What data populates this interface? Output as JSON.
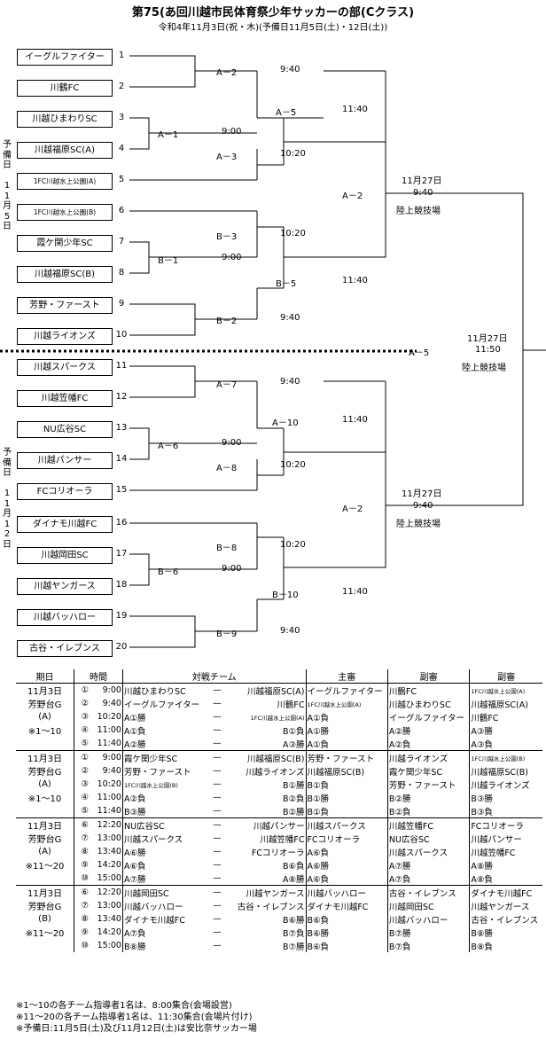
{
  "title": "第75(あ回川越市民体育祭少年サッカーの部(Cクラス)",
  "subtitle": "令和4年11月3日(祝・木)(予備日11月5日(土)・12日(土))",
  "teams": [
    "イーグルファイター",
    "川鶴FC",
    "川越ひまわりSC",
    "川越福原SC(A)",
    "1FC川越水上公園(A)",
    "1FC川越水上公園(B)",
    "霞ケ関少年SC",
    "川越福原SC(B)",
    "芳野・ファースト",
    "川越ライオンズ",
    "川越スパークス",
    "川越笠幡FC",
    "NU広谷SC",
    "川越パンサー",
    "FCコリオーラ",
    "ダイナモ川越FC",
    "川越岡田SC",
    "川越ヤンガース",
    "川越バッハロー",
    "古谷・イレブンス"
  ],
  "numbers": [
    "1",
    "2",
    "3",
    "4",
    "5",
    "6",
    "7",
    "8",
    "9",
    "10",
    "11",
    "12",
    "13",
    "14",
    "15",
    "16",
    "17",
    "18",
    "19",
    "20"
  ],
  "side_top": [
    "予",
    "備",
    "日",
    "",
    "1",
    "1",
    "月",
    "5",
    "日"
  ],
  "side_bottom": [
    "予",
    "備",
    "日",
    "",
    "1",
    "1",
    "月",
    "1",
    "2",
    "日"
  ],
  "matches": {
    "a2_top": "A－2",
    "a2_top_time": "9:40",
    "a1_top": "A－1",
    "a1_top_time": "9:00",
    "a3_top": "A－3",
    "a3_top_time": "10:20",
    "a5_top": "A－5",
    "a5_top_time": "11:40",
    "b3_top": "B－3",
    "b3_top_time": "10:20",
    "b1_top": "B－1",
    "b1_top_time": "9:00",
    "b5_top": "B－5",
    "b5_top_time": "11:40",
    "b2_top": "B－2",
    "b2_top_time": "9:40",
    "semi_top": "A－2",
    "semi_top_date": "11月27日",
    "semi_top_time": "9:40",
    "semi_top_venue": "陸上競技場",
    "final": "A－5",
    "final_date": "11月27日",
    "final_time": "11:50",
    "final_venue": "陸上競技場",
    "a7_bot": "A－7",
    "a7_bot_time": "9:40",
    "a10_bot": "A－10",
    "a10_bot_time": "11:40",
    "a6_bot": "A－6",
    "a6_bot_time": "9:00",
    "a8_bot": "A－8",
    "a8_bot_time": "10:20",
    "semi_bot": "A－2",
    "semi_bot_date": "11月27日",
    "semi_bot_time": "9:40",
    "semi_bot_venue": "陸上競技場",
    "b8_bot": "B－8",
    "b8_bot_time": "10:20",
    "b6_bot": "B－6",
    "b6_bot_time": "9:00",
    "b10_bot": "B－10",
    "b10_bot_time": "11:40",
    "b9_bot": "B－9",
    "b9_bot_time": "9:40"
  },
  "table": {
    "headers": [
      "期日",
      "時間",
      "対戦チーム",
      "主審",
      "副審",
      "副審"
    ],
    "groups": [
      {
        "day": [
          "11月3日",
          "芳野台G",
          "(A)",
          "※1～10"
        ],
        "rows": [
          [
            "①",
            "9:00",
            "川越ひまわりSC",
            "—",
            "川越福原SC(A)",
            "イーグルファイター",
            "川鶴FC",
            "1FC川越水上公園(A)"
          ],
          [
            "②",
            "9:40",
            "イーグルファイター",
            "—",
            "川鶴FC",
            "1FC川越水上公園(A)",
            "川越ひまわりSC",
            "川越福原SC(A)"
          ],
          [
            "③",
            "10:20",
            "A①勝",
            "—",
            "1FC川越水上公園(A)",
            "A①負",
            "イーグルファイター",
            "川鶴FC"
          ],
          [
            "④",
            "11:00",
            "A①負",
            "—",
            "B①負",
            "A①勝",
            "A②勝",
            "A③勝"
          ],
          [
            "⑤",
            "11:40",
            "A②勝",
            "—",
            "A③勝",
            "A①負",
            "A②負",
            "A③負"
          ]
        ]
      },
      {
        "day": [
          "11月3日",
          "芳野台G",
          "(A)",
          "※1～10"
        ],
        "rows": [
          [
            "①",
            "9:00",
            "霞ケ関少年SC",
            "—",
            "川越福原SC(B)",
            "芳野・ファースト",
            "川越ライオンズ",
            "1FC川越水上公園(B)"
          ],
          [
            "②",
            "9:40",
            "芳野・ファースト",
            "—",
            "川越ライオンズ",
            "川越福原SC(B)",
            "霞ケ関少年SC",
            "川越福原SC(B)"
          ],
          [
            "③",
            "10:20",
            "1FC川越水上公園(B)",
            "—",
            "B①勝",
            "B①負",
            "芳野・ファースト",
            "川越ライオンズ"
          ],
          [
            "④",
            "11:00",
            "A②負",
            "—",
            "B②負",
            "B①勝",
            "B②勝",
            "B③勝"
          ],
          [
            "⑤",
            "11:40",
            "B③勝",
            "—",
            "B②勝",
            "B①負",
            "B②負",
            "B③負"
          ]
        ]
      },
      {
        "day": [
          "11月3日",
          "芳野台G",
          "(A)",
          "※11～20"
        ],
        "rows": [
          [
            "⑥",
            "12:20",
            "NU広谷SC",
            "—",
            "川越パンサー",
            "川越スパークス",
            "川越笠幡FC",
            "FCコリオーラ"
          ],
          [
            "⑦",
            "13:00",
            "川越スパークス",
            "—",
            "川越笠幡FC",
            "FCコリオーラ",
            "NU広谷SC",
            "川越パンサー"
          ],
          [
            "⑧",
            "13:40",
            "A⑥勝",
            "—",
            "FCコリオーラ",
            "A⑥負",
            "川越スパークス",
            "川越笠幡FC"
          ],
          [
            "⑨",
            "14:20",
            "A⑥負",
            "—",
            "B⑥負",
            "A⑥勝",
            "A⑦勝",
            "A⑧勝"
          ],
          [
            "⑩",
            "15:00",
            "A⑦勝",
            "—",
            "A⑧勝",
            "A⑥負",
            "A⑦負",
            "A⑧負"
          ]
        ]
      },
      {
        "day": [
          "11月3日",
          "芳野台G",
          "(B)",
          "※11～20"
        ],
        "rows": [
          [
            "⑥",
            "12:20",
            "川越岡田SC",
            "—",
            "川越ヤンガース",
            "川越バッハロー",
            "古谷・イレブンス",
            "ダイナモ川越FC"
          ],
          [
            "⑦",
            "13:00",
            "川越バッハロー",
            "—",
            "古谷・イレブンス",
            "ダイナモ川越FC",
            "川越岡田SC",
            "川越ヤンガース"
          ],
          [
            "⑧",
            "13:40",
            "ダイナモ川越FC",
            "—",
            "B⑥勝",
            "B⑥負",
            "川越バッハロー",
            "古谷・イレブンス"
          ],
          [
            "⑨",
            "14:20",
            "A⑦負",
            "—",
            "B⑦負",
            "B⑥勝",
            "B⑦勝",
            "B⑧勝"
          ],
          [
            "⑩",
            "15:00",
            "B⑧勝",
            "—",
            "B⑦勝",
            "B⑥負",
            "B⑦負",
            "B⑧負"
          ]
        ]
      }
    ]
  },
  "notes": [
    "※1～10の各チーム指導者1名は、8:00集合(会場設営)",
    "※11～20の各チーム指導者1名は、11:30集合(会場片付け)",
    "※予備日:11月5日(土)及び11月12日(土)は安比奈サッカー場"
  ]
}
